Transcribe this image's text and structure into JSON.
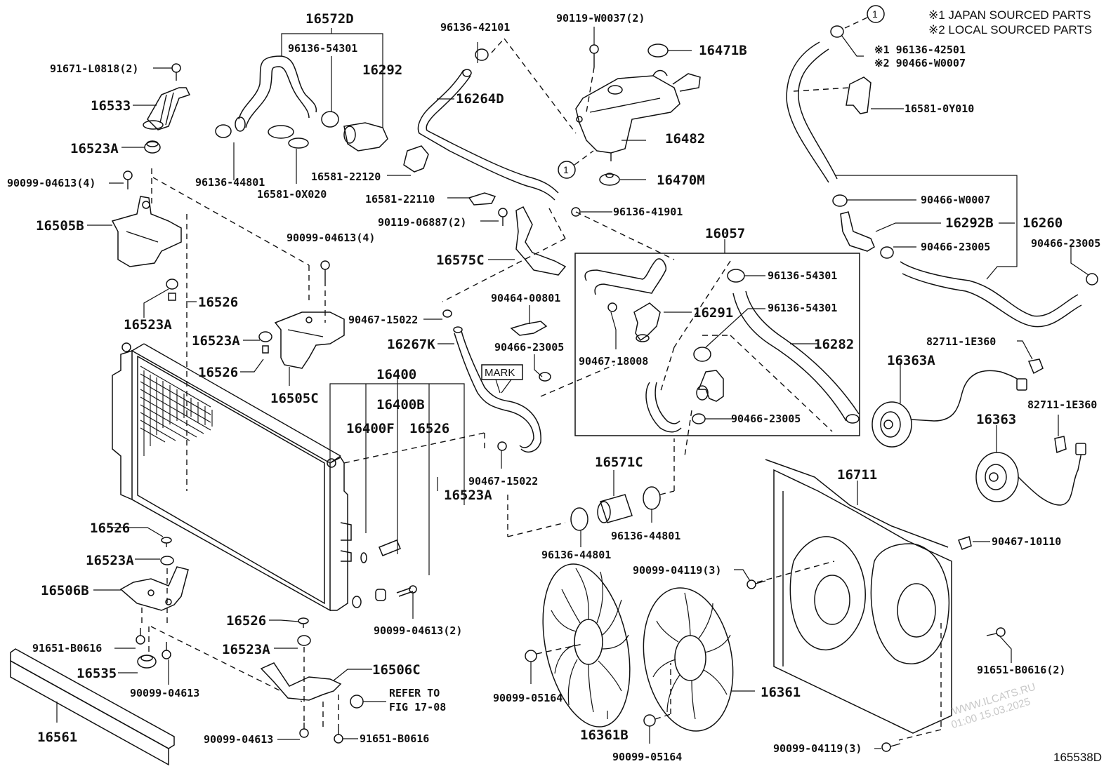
{
  "diagram": {
    "figure_id": "165538D",
    "notes": {
      "note1": "※1 JAPAN SOURCED PARTS",
      "note2": "※2 LOCAL SOURCED PARTS"
    },
    "ref_marker": "1",
    "mark_box": "MARK",
    "watermark": {
      "line1": "WWW.ILCATS.RU",
      "line2": "01:00 15.03.2025"
    },
    "labels": {
      "p16572D": "16572D",
      "p96136_54301_top": "96136-54301",
      "p16292": "16292",
      "p96136_42101": "96136-42101",
      "p16264D": "16264D",
      "p90119_W0037": "90119-W0037(2)",
      "p16471B": "16471B",
      "p16482": "16482",
      "p16470M": "16470M",
      "p96136_41901": "96136-41901",
      "p91671_L0818": "91671-L0818(2)",
      "p16533": "16533",
      "p16523A_1": "16523A",
      "p90099_04613_4a": "90099-04613(4)",
      "p16505B": "16505B",
      "p96136_44801_a": "96136-44801",
      "p16581_0X020": "16581-0X020",
      "p16581_22120": "16581-22120",
      "p16581_22110": "16581-22110",
      "p90119_06887": "90119-06887(2)",
      "p16575C": "16575C",
      "p90099_04613_4b": "90099-04613(4)",
      "p16526_a": "16526",
      "p16523A_2": "16523A",
      "p16523A_3": "16523A",
      "p16526_b": "16526",
      "p16505C": "16505C",
      "p90467_15022_a": "90467-15022",
      "p16267K": "16267K",
      "p90464_00801": "90464-00801",
      "p90466_23005_a": "90466-23005",
      "p16400": "16400",
      "p16400B": "16400B",
      "p16400F": "16400F",
      "p16526_c": "16526",
      "p90467_15022_b": "90467-15022",
      "p16523A_4": "16523A",
      "p16057": "16057",
      "p96136_54301_b": "96136-54301",
      "p96136_54301_c": "96136-54301",
      "p16291": "16291",
      "p16282": "16282",
      "p90467_18008": "90467-18008",
      "p90466_23005_b": "90466-23005",
      "note_96136_42501": "※1 96136-42501",
      "note_90466_W0007": "※2 90466-W0007",
      "p16581_0Y010": "16581-0Y010",
      "p90466_W0007": "90466-W0007",
      "p16292B": "16292B",
      "p16260": "16260",
      "p90466_23005_c": "90466-23005",
      "p90466_23005_d": "90466-23005",
      "p82711_1E360_a": "82711-1E360",
      "p16363A": "16363A",
      "p82711_1E360_b": "82711-1E360",
      "p16363": "16363",
      "p16711": "16711",
      "p90467_10110": "90467-10110",
      "p16571C": "16571C",
      "p96136_44801_b": "96136-44801",
      "p96136_44801_c": "96136-44801",
      "p90099_04119_a": "90099-04119(3)",
      "p16526_d": "16526",
      "p16523A_5": "16523A",
      "p16506B": "16506B",
      "p91651_B0616_a": "91651-B0616",
      "p16535": "16535",
      "p90099_04613_a": "90099-04613",
      "p16561": "16561",
      "p16526_e": "16526",
      "p16523A_6": "16523A",
      "p16506C": "16506C",
      "refer_line1": "REFER TO",
      "refer_line2": "FIG 17-08",
      "p90099_04613_b": "90099-04613",
      "p91651_B0616_b": "91651-B0616",
      "p90099_04613_2": "90099-04613(2)",
      "p90099_05164_a": "90099-05164",
      "p16361B": "16361B",
      "p90099_05164_b": "90099-05164",
      "p16361": "16361",
      "p91651_B0616_2": "91651-B0616(2)",
      "p90099_04119_b": "90099-04119(3)"
    }
  }
}
